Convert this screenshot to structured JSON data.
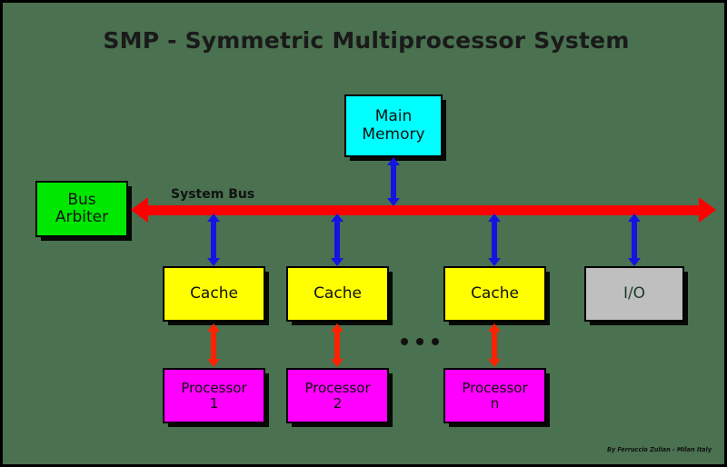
{
  "diagram": {
    "title": "SMP - Symmetric Multiprocessor System",
    "background_color": "#4a7150",
    "credit": "By Ferruccio Zulian - Milan Italy",
    "ellipsis": "• • •"
  },
  "bus": {
    "label": "System Bus",
    "color": "#ff0000",
    "direction": "bidirectional"
  },
  "nodes": {
    "main_memory": {
      "label_line1": "Main",
      "label_line2": "Memory",
      "color": "#00ffff"
    },
    "bus_arbiter": {
      "label_line1": "Bus",
      "label_line2": "Arbiter",
      "color": "#00e800"
    },
    "io": {
      "label": "I/O",
      "color": "#bfbfbf"
    },
    "caches": [
      {
        "label": "Cache",
        "color": "#ffff00"
      },
      {
        "label": "Cache",
        "color": "#ffff00"
      },
      {
        "label": "Cache",
        "color": "#ffff00"
      }
    ],
    "processors": [
      {
        "label_line1": "Processor",
        "label_line2": "1",
        "color": "#ff00ff"
      },
      {
        "label_line1": "Processor",
        "label_line2": "2",
        "color": "#ff00ff"
      },
      {
        "label_line1": "Processor",
        "label_line2": "n",
        "color": "#ff00ff"
      }
    ]
  },
  "connectors": {
    "memory_to_bus_color": "#1414e0",
    "cache_to_bus_color": "#1414e0",
    "io_to_bus_color": "#1414e0",
    "processor_to_cache_color": "#ff2200"
  }
}
